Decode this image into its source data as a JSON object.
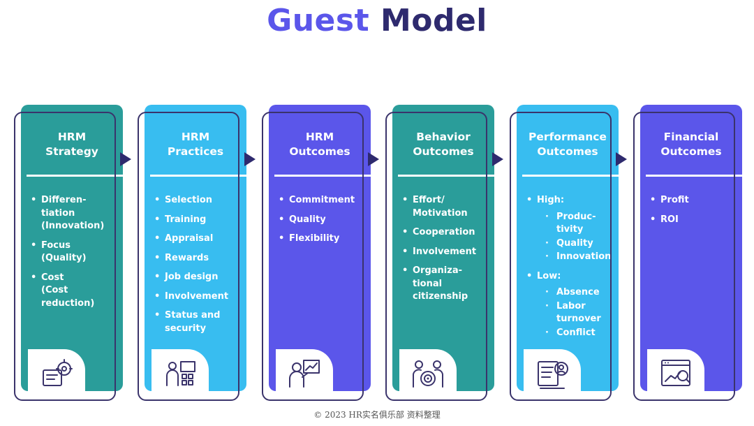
{
  "title": {
    "part1": "Guest",
    "part2": "Model"
  },
  "columns": [
    {
      "title_line1": "HRM",
      "title_line2": "Strategy",
      "color": "#2a9d9a",
      "icon": "strategy-gear-icon",
      "items": [
        {
          "text": "Differen-\ntiation\n(Innovation)"
        },
        {
          "text": "Focus\n(Quality)"
        },
        {
          "text": "Cost\n(Cost\nreduction)"
        }
      ]
    },
    {
      "title_line1": "HRM",
      "title_line2": "Practices",
      "color": "#38bdf0",
      "icon": "team-board-icon",
      "items": [
        {
          "text": "Selection"
        },
        {
          "text": "Training"
        },
        {
          "text": "Appraisal"
        },
        {
          "text": "Rewards"
        },
        {
          "text": "Job design"
        },
        {
          "text": "Involvement"
        },
        {
          "text": "Status and\nsecurity"
        }
      ]
    },
    {
      "title_line1": "HRM",
      "title_line2": "Outcomes",
      "color": "#5b56ea",
      "icon": "presenter-chart-icon",
      "items": [
        {
          "text": "Commitment"
        },
        {
          "text": "Quality"
        },
        {
          "text": "Flexibility"
        }
      ]
    },
    {
      "title_line1": "Behavior",
      "title_line2": "Outcomes",
      "color": "#2a9d9a",
      "icon": "people-target-icon",
      "items": [
        {
          "text": "Effort/\nMotivation"
        },
        {
          "text": "Cooperation"
        },
        {
          "text": "Involvement"
        },
        {
          "text": "Organiza-\ntional\ncitizenship"
        }
      ]
    },
    {
      "title_line1": "Performance",
      "title_line2": "Outcomes",
      "color": "#38bdf0",
      "icon": "performance-review-icon",
      "items": [
        {
          "text": "High:",
          "sub": [
            "Produc-\ntivity",
            "Quality",
            "Innovation"
          ]
        },
        {
          "text": "Low:",
          "sub": [
            "Absence",
            "Labor\nturnover",
            "Conflict"
          ]
        }
      ]
    },
    {
      "title_line1": "Financial",
      "title_line2": "Outcomes",
      "color": "#5b56ea",
      "icon": "financial-report-icon",
      "items": [
        {
          "text": "Profit"
        },
        {
          "text": "ROI"
        }
      ]
    }
  ],
  "footer": "© 2023 HR实名俱乐部 资料整理"
}
